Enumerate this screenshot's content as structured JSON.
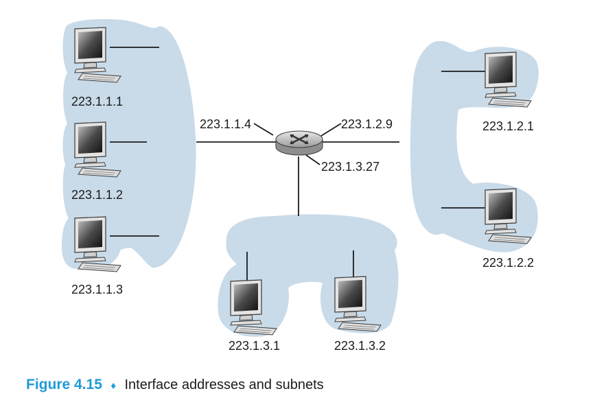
{
  "colors": {
    "cloud": "#c9dbe9",
    "accent": "#1f9bd7",
    "line": "#1a1a1a"
  },
  "router": {
    "name": "router-icon",
    "interfaces": [
      "223.1.1.4",
      "223.1.2.9",
      "223.1.3.27"
    ]
  },
  "hosts": [
    "223.1.1.1",
    "223.1.1.2",
    "223.1.1.3",
    "223.1.2.1",
    "223.1.2.2",
    "223.1.3.1",
    "223.1.3.2"
  ],
  "caption": {
    "figure": "Figure 4.15",
    "bullet": "♦",
    "text": "Interface addresses and subnets"
  }
}
